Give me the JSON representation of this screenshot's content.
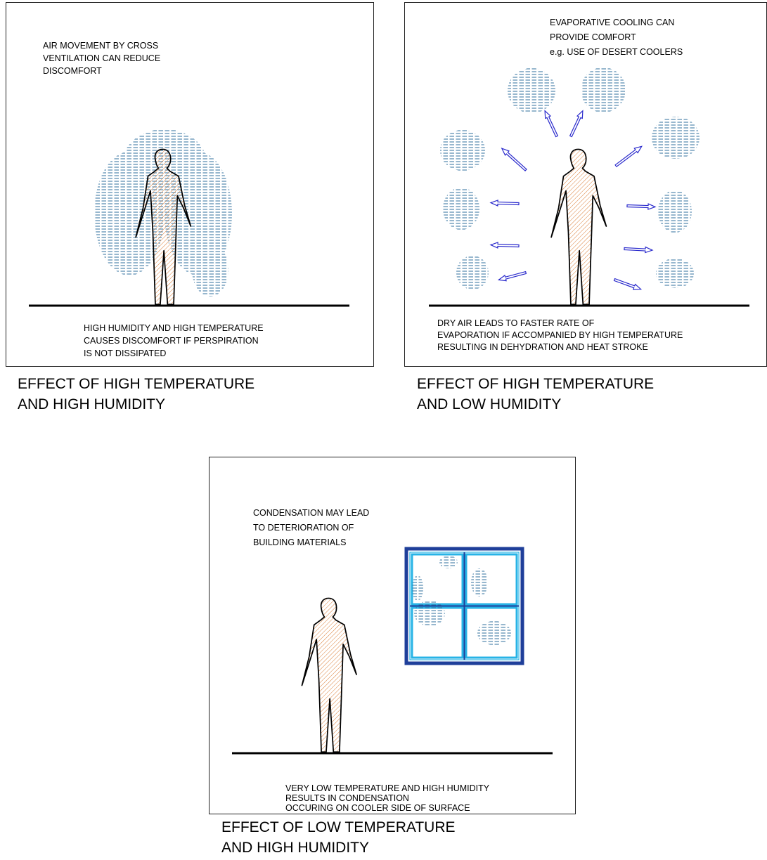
{
  "panels": [
    {
      "top_note": [
        "AIR MOVEMENT BY CROSS",
        "VENTILATION CAN REDUCE",
        "DISCOMFORT"
      ],
      "bottom_note": [
        "HIGH HUMIDITY AND HIGH TEMPERATURE",
        "CAUSES DISCOMFORT IF PERSPIRATION",
        "IS NOT DISSIPATED"
      ],
      "caption": [
        "EFFECT OF HIGH TEMPERATURE",
        "AND HIGH HUMIDITY"
      ]
    },
    {
      "top_note": [
        "EVAPORATIVE COOLING CAN",
        "PROVIDE COMFORT",
        "e.g. USE OF DESERT COOLERS"
      ],
      "bottom_note": [
        "DRY AIR LEADS TO FASTER RATE OF",
        "EVAPORATION IF ACCOMPANIED BY HIGH TEMPERATURE",
        "RESULTING IN DEHYDRATION AND HEAT STROKE"
      ],
      "caption": [
        "EFFECT OF HIGH TEMPERATURE",
        "AND LOW HUMIDITY"
      ]
    },
    {
      "top_note": [
        "CONDENSATION MAY LEAD",
        "TO DETERIORATION OF",
        "BUILDING MATERIALS"
      ],
      "bottom_note": [
        "VERY LOW TEMPERATURE AND HIGH HUMIDITY",
        "RESULTS IN CONDENSATION",
        "OCCURING ON COOLER SIDE OF SURFACE"
      ],
      "caption": [
        "EFFECT OF LOW TEMPERATURE",
        "AND HIGH HUMIDITY"
      ]
    }
  ],
  "colors": {
    "figure_hatch": "#d9772e",
    "moisture": "#2f6f9e",
    "arrow": "#2a2acc",
    "window_frame": "#1f3f9a",
    "window_glass_edge": "#27b3e6"
  }
}
